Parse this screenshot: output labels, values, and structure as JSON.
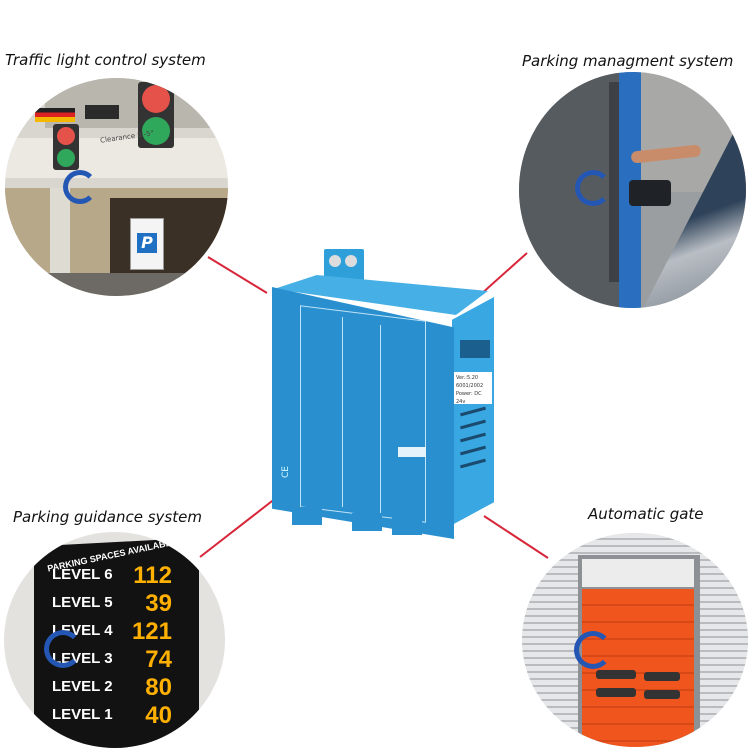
{
  "colors": {
    "connector": "#d8263a",
    "device_blue": "#2a8fcf",
    "device_side": "#3aa9e0",
    "logo_blue": "#2456b4",
    "gate_orange": "#f0551e",
    "sign_digits": "#ffb000"
  },
  "applications": [
    {
      "id": "traffic",
      "title": "Traffic light control system"
    },
    {
      "id": "mgmt",
      "title": "Parking managment system"
    },
    {
      "id": "guide",
      "title": "Parking guidance system"
    },
    {
      "id": "gate",
      "title": "Automatic gate"
    }
  ],
  "traffic_scene": {
    "clearance_text": "Clearance 8'-5\"",
    "parking_sign": "P"
  },
  "guidance_sign": {
    "header": "PARKING SPACES AVAILABLE",
    "rows": [
      {
        "level": "LEVEL 6",
        "count": "112"
      },
      {
        "level": "LEVEL 5",
        "count": "39"
      },
      {
        "level": "LEVEL 4",
        "count": "121"
      },
      {
        "level": "LEVEL 3",
        "count": "74"
      },
      {
        "level": "LEVEL 2",
        "count": "80"
      },
      {
        "level": "LEVEL 1",
        "count": "40"
      }
    ]
  },
  "device": {
    "label_line1": "Ver.:5.20 6001/2002",
    "label_line2": "Power: DC 24v",
    "ce_mark": "CE"
  }
}
